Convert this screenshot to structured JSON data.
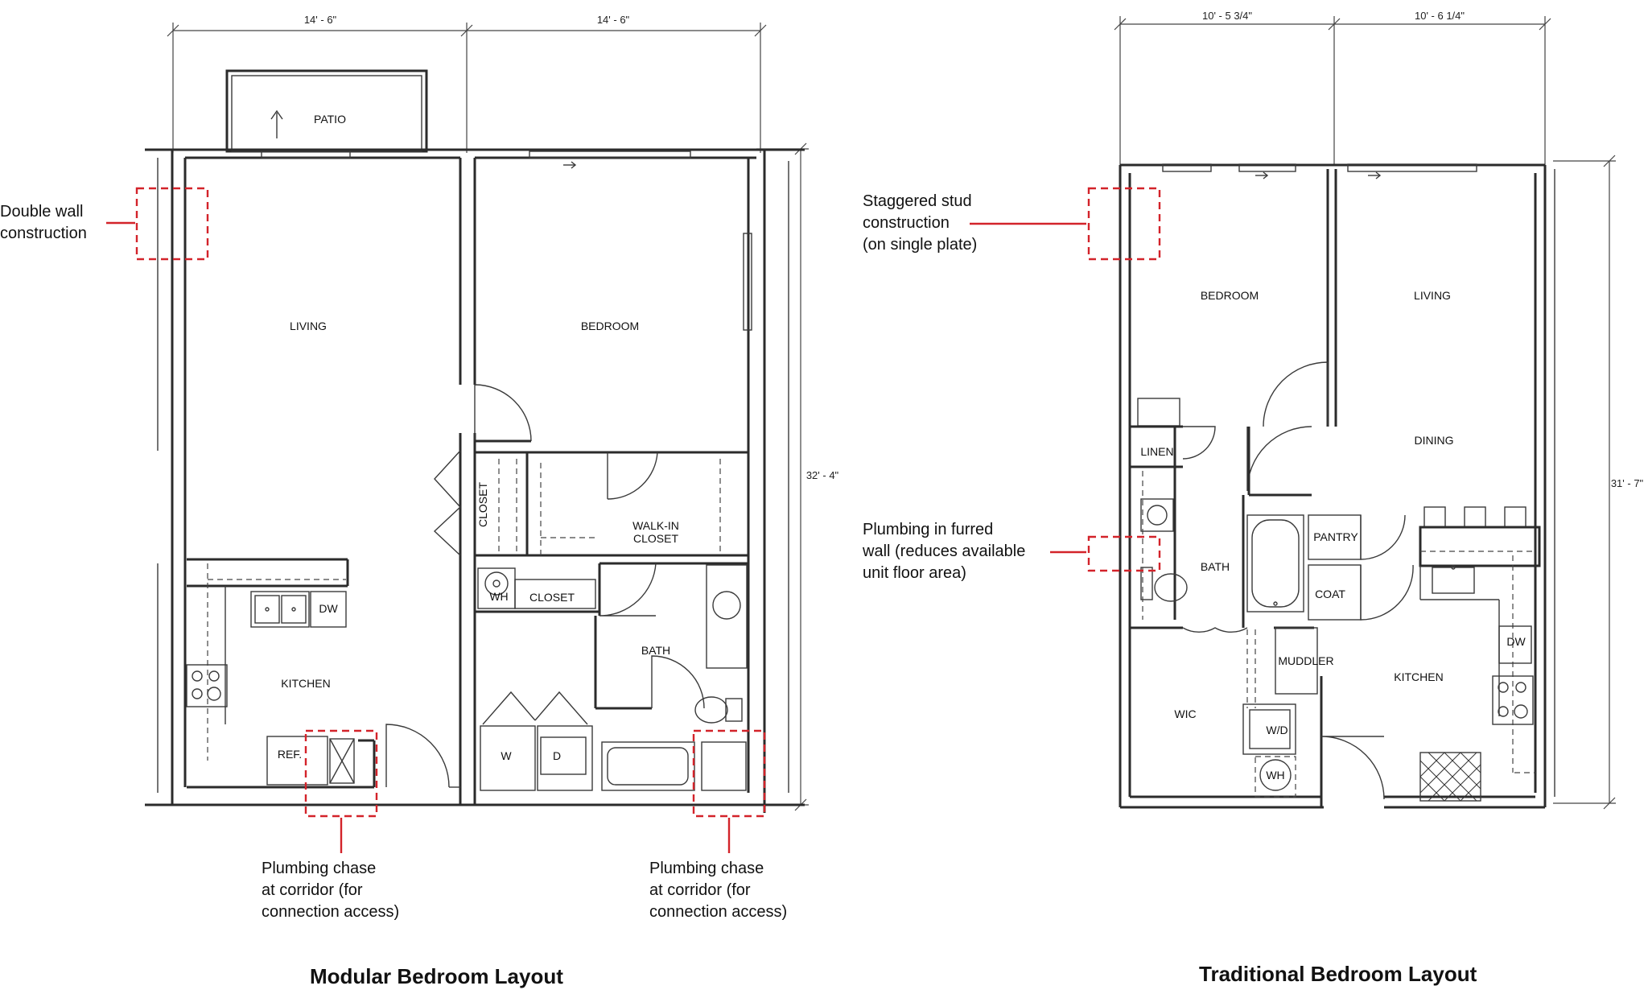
{
  "modular": {
    "title": "Modular Bedroom Layout",
    "dims": {
      "width_left": "14' - 6\"",
      "width_right": "14' - 6\"",
      "depth": "32' - 4\""
    },
    "rooms": {
      "patio": "PATIO",
      "living": "LIVING",
      "bedroom": "BEDROOM",
      "closet_v": "CLOSET",
      "walkin_l1": "WALK-IN",
      "walkin_l2": "CLOSET",
      "wh": "WH",
      "closet": "CLOSET",
      "bath": "BATH",
      "kitchen": "KITCHEN",
      "dw": "DW",
      "ref": "REF.",
      "w": "W",
      "d": "D"
    },
    "callouts": {
      "double_wall": [
        "Double wall",
        "construction"
      ],
      "plumbing_a": [
        "Plumbing chase",
        "at corridor (for",
        "connection access)"
      ],
      "plumbing_b": [
        "Plumbing chase",
        "at corridor (for",
        "connection access)"
      ]
    }
  },
  "traditional": {
    "title": "Traditional Bedroom Layout",
    "dims": {
      "width_left": "10' - 5 3/4\"",
      "width_right": "10' - 6 1/4\"",
      "depth": "31' - 7\""
    },
    "rooms": {
      "bedroom": "BEDROOM",
      "living": "LIVING",
      "linen": "LINEN",
      "dining": "DINING",
      "bath": "BATH",
      "pantry": "PANTRY",
      "coat": "COAT",
      "muddler": "MUDDLER",
      "kitchen": "KITCHEN",
      "dw": "DW",
      "wic": "WIC",
      "wd": "W/D",
      "wh": "WH"
    },
    "callouts": {
      "staggered": [
        "Staggered stud",
        "construction",
        "(on single plate)"
      ],
      "furred": [
        "Plumbing in furred",
        "wall (reduces available",
        "unit floor area)"
      ]
    }
  },
  "colors": {
    "callout_red": "#d3232a",
    "line": "#2b2b2b"
  }
}
